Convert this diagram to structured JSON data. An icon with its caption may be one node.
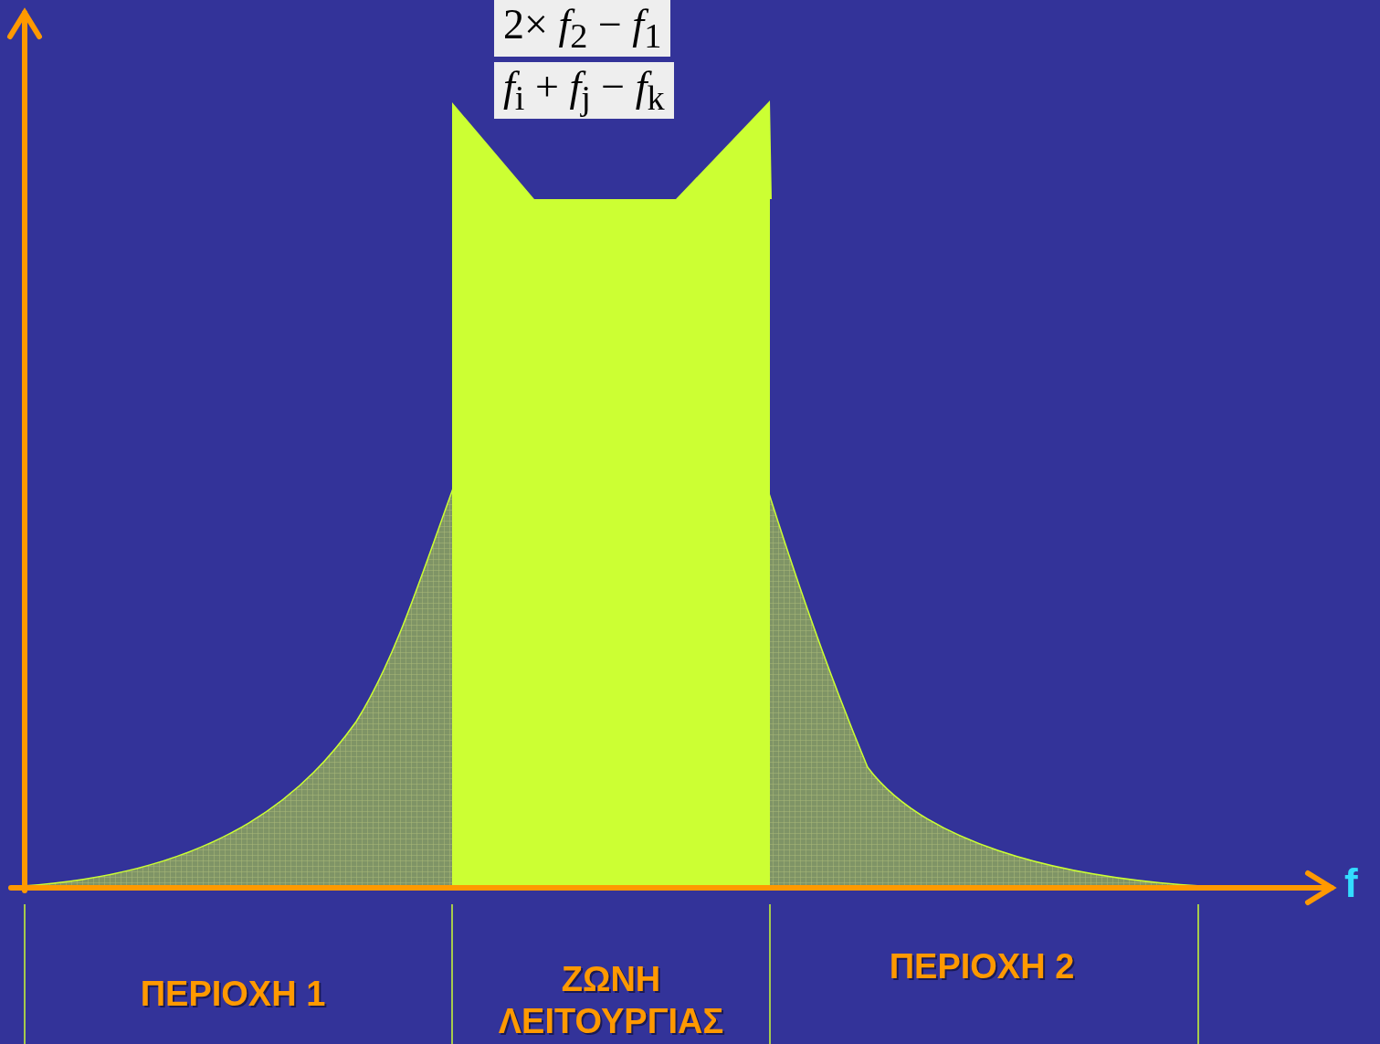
{
  "diagram": {
    "labels": [
      "2× *f*$_{2}$ − *f*$_{1}$",
      "*f*$_{i}$ + *f*$_{j}$ − *f*$_{k}$",
      "f",
      "ΠΕΡΙΟΧΗ 1",
      "ΖΩΝΗ ΛΕΙΤΟΥΡΓΙΑΣ",
      "ΠΕΡΙΟΧΗ 2"
    ]
  }
}
